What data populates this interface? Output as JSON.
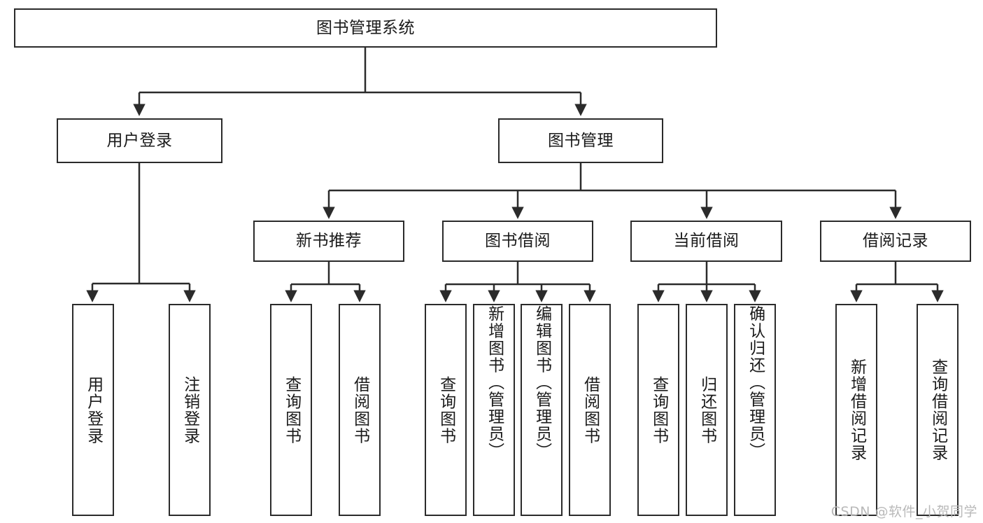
{
  "diagram": {
    "title": "图书管理系统",
    "type": "hierarchy-tree",
    "watermark": "CSDN @软件_小贺同学",
    "colors": {
      "stroke": "#2b2b2b",
      "fill": "#ffffff",
      "text": "#1a1a1a",
      "watermark": "#b9b9b9"
    },
    "nodes": {
      "root": {
        "label": "图书管理系统"
      },
      "level2": [
        {
          "id": "user-login",
          "label": "用户登录"
        },
        {
          "id": "book-manage",
          "label": "图书管理"
        }
      ],
      "level3": [
        {
          "id": "new-book-recommend",
          "label": "新书推荐"
        },
        {
          "id": "book-borrow",
          "label": "图书借阅"
        },
        {
          "id": "current-borrow",
          "label": "当前借阅"
        },
        {
          "id": "borrow-record",
          "label": "借阅记录"
        }
      ],
      "leaves": {
        "user_login": [
          {
            "id": "leaf-user-login",
            "label": "用户登录"
          },
          {
            "id": "leaf-logout-login",
            "label": "注销登录"
          }
        ],
        "new_book_recommend": [
          {
            "id": "leaf-query-book-1",
            "label": "查询图书"
          },
          {
            "id": "leaf-borrow-book-1",
            "label": "借阅图书"
          }
        ],
        "book_borrow": [
          {
            "id": "leaf-query-book-2",
            "label": "查询图书"
          },
          {
            "id": "leaf-add-book",
            "label": "新增图书（管理员）"
          },
          {
            "id": "leaf-edit-book",
            "label": "编辑图书（管理员）"
          },
          {
            "id": "leaf-borrow-book-2",
            "label": "借阅图书"
          }
        ],
        "current_borrow": [
          {
            "id": "leaf-query-book-3",
            "label": "查询图书"
          },
          {
            "id": "leaf-return-book",
            "label": "归还图书"
          },
          {
            "id": "leaf-confirm-return",
            "label": "确认归还（管理员）"
          }
        ],
        "borrow_record": [
          {
            "id": "leaf-add-record",
            "label": "新增借阅记录"
          },
          {
            "id": "leaf-query-record",
            "label": "查询借阅记录"
          }
        ]
      }
    }
  }
}
